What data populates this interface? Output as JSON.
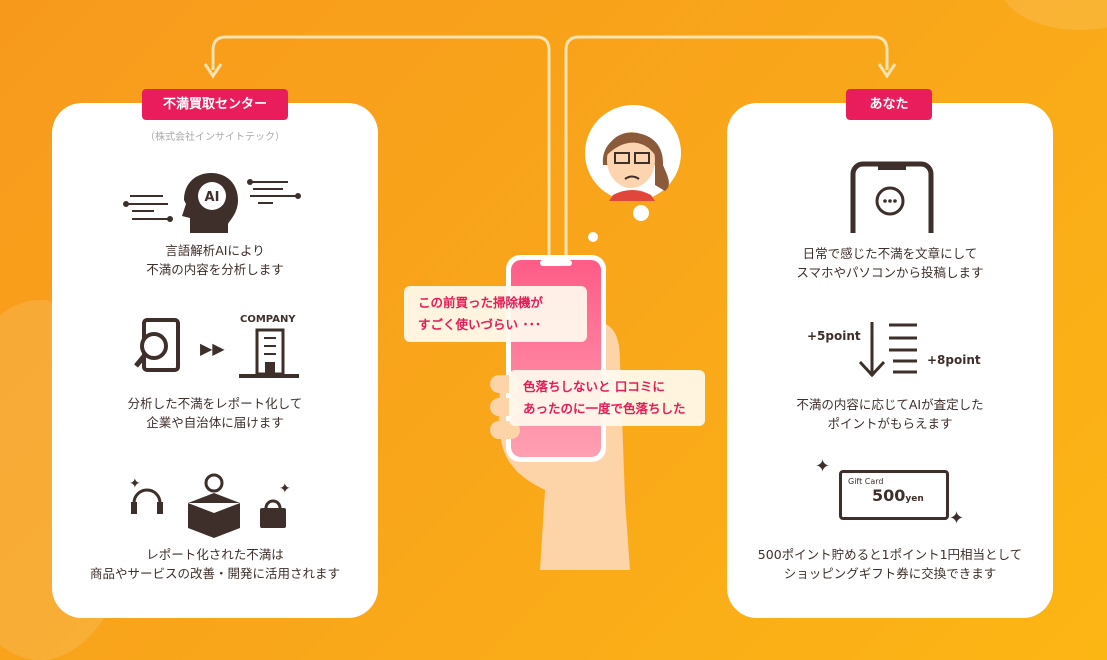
{
  "left": {
    "tag": "不満買取センター",
    "company": "（株式会社インサイトテック）",
    "ai_badge": "AI",
    "step1": [
      "言語解析AIにより",
      "不満の内容を分析します"
    ],
    "company_label": "COMPANY",
    "step2": [
      "分析した不満をレポート化して",
      "企業や自治体に届けます"
    ],
    "step3": [
      "レポート化された不満は",
      "商品やサービスの改善・開発に活用されます"
    ]
  },
  "center": {
    "bubble1": [
      "この前買った掃除機が",
      "すごく使いづらい ･･･"
    ],
    "bubble2": [
      "色落ちしないと 口コミに",
      "あったのに一度で色落ちした"
    ]
  },
  "right": {
    "tag": "あなた",
    "step1": [
      "日常で感じた不満を文章にして",
      "スマホやパソコンから投稿します"
    ],
    "point1": "+5point",
    "point2": "+8point",
    "step2": [
      "不満の内容に応じてAIが査定した",
      "ポイントがもらえます"
    ],
    "gift_title": "Gift Card",
    "gift_amount": "500",
    "gift_unit": "yen",
    "step3": [
      "500ポイント貯めると1ポイント1円相当として",
      "ショッピングギフト券に交換できます"
    ]
  },
  "colors": {
    "accent": "#ea1d5c",
    "brown": "#3e2f2a",
    "orange": "#f9a61a"
  }
}
